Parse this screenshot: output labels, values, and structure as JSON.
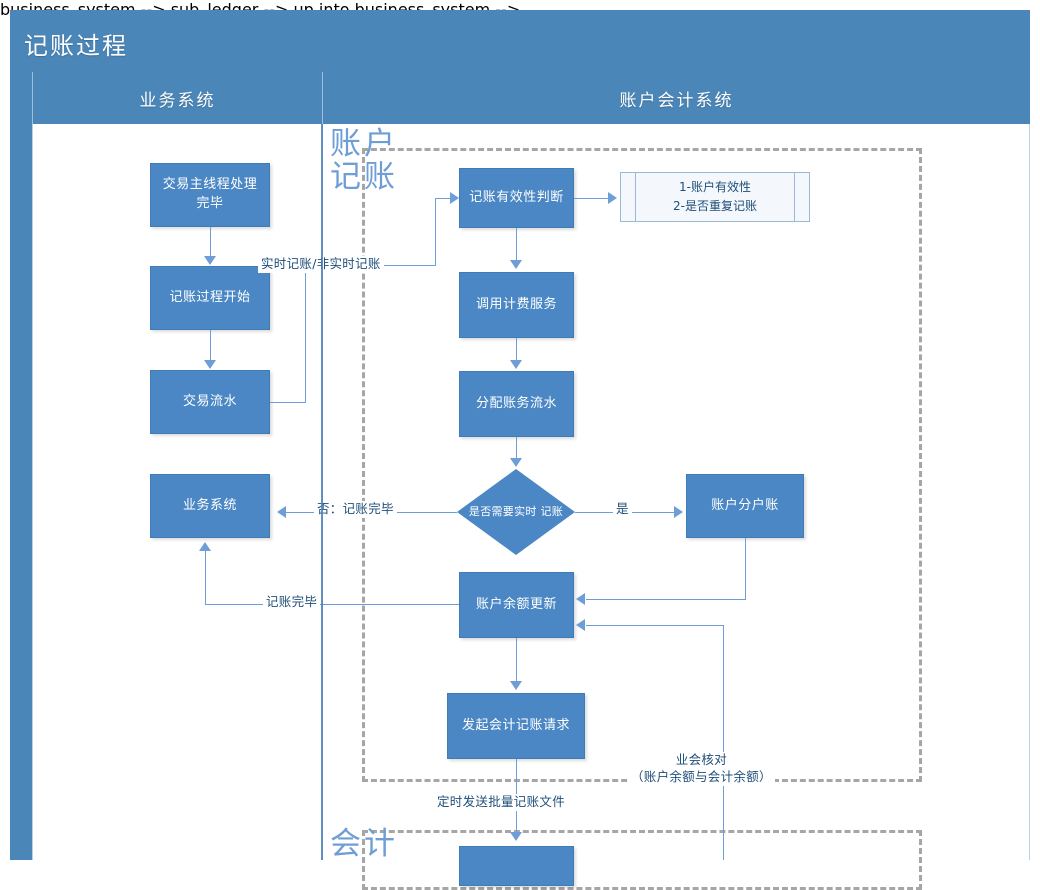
{
  "header": {
    "title": "记账过程"
  },
  "lanes": [
    {
      "name": "business",
      "label": "业务系统"
    },
    {
      "name": "accounting",
      "label": "账户会计系统"
    }
  ],
  "groups": [
    {
      "name": "account-posting",
      "label": "账户\n记账"
    },
    {
      "name": "accounting-posting",
      "label": "会计"
    }
  ],
  "nodes": {
    "tx_main_done": "交易主线程处理完毕",
    "posting_start": "记账过程开始",
    "tx_journal": "交易流水",
    "business_system": "业务系统",
    "validity_check": "记账有效性判断",
    "billing_service": "调用计费服务",
    "alloc_journal": "分配账务流水",
    "need_realtime": "是否需要实时\n记账",
    "sub_ledger": "账户分户账",
    "balance_update": "账户余额更新",
    "send_gl_request": "发起会计记账请求",
    "gl_bottom": ""
  },
  "note": {
    "name": "validity-note",
    "text": "1-账户有效性\n2-是否重复记账"
  },
  "edge_labels": {
    "realtime_or_not": "实时记账/非实时记账",
    "no_done": "否：记账完毕",
    "yes": "是",
    "posting_done": "记账完毕",
    "batch_file": "定时发送批量记账文件",
    "reconcile": "业会核对\n（账户余额与会计余额）"
  },
  "colors": {
    "header_blue": "#4a86b8",
    "node_blue": "#4a87c4",
    "connector": "#6f9ed6",
    "group_dash": "#a6a6a6",
    "label_text": "#1f4e79",
    "group_label": "#6f9ed6"
  }
}
